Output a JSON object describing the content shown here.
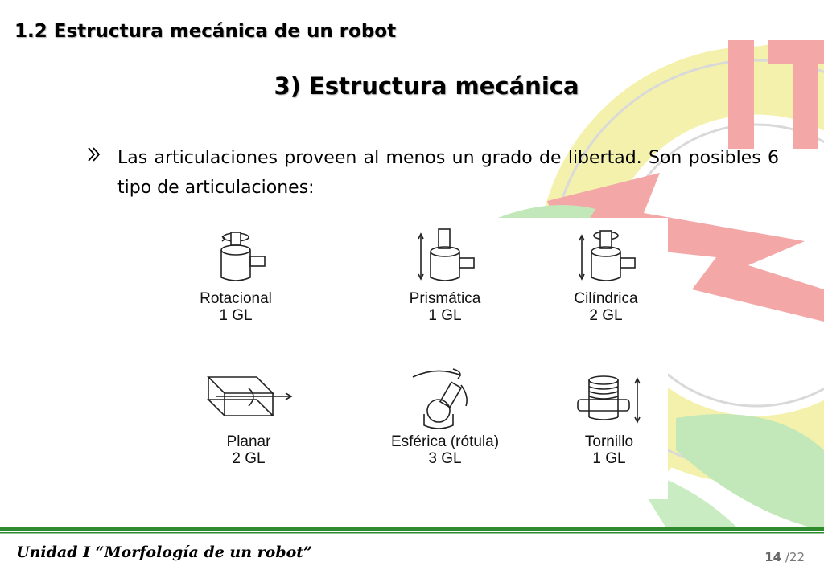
{
  "header": {
    "section_title": "1.2 Estructura mecánica de un robot",
    "slide_title": "3) Estructura mecánica"
  },
  "bullet": {
    "icon": "double-chevron-icon",
    "text": "Las articulaciones proveen al menos un grado de libertad. Son posibles 6 tipo de articulaciones:"
  },
  "joints": [
    {
      "name": "Rotacional",
      "dof": "1 GL",
      "icon": "rotational-joint-icon"
    },
    {
      "name": "Prismática",
      "dof": "1 GL",
      "icon": "prismatic-joint-icon"
    },
    {
      "name": "Cilíndrica",
      "dof": "2 GL",
      "icon": "cylindrical-joint-icon"
    },
    {
      "name": "Planar",
      "dof": "2 GL",
      "icon": "planar-joint-icon"
    },
    {
      "name": "Esférica (rótula)",
      "dof": "3 GL",
      "icon": "spherical-joint-icon"
    },
    {
      "name": "Tornillo",
      "dof": "1 GL",
      "icon": "screw-joint-icon"
    }
  ],
  "footer": {
    "unit_text": "Unidad I “Morfología de un robot”",
    "page_current": "14",
    "page_total": "/22"
  },
  "colors": {
    "footer_green": "#2e8b2e",
    "watermark_yellow": "#f2f0a4",
    "watermark_red": "#f2a0a0",
    "watermark_green": "#b9e3b0"
  }
}
